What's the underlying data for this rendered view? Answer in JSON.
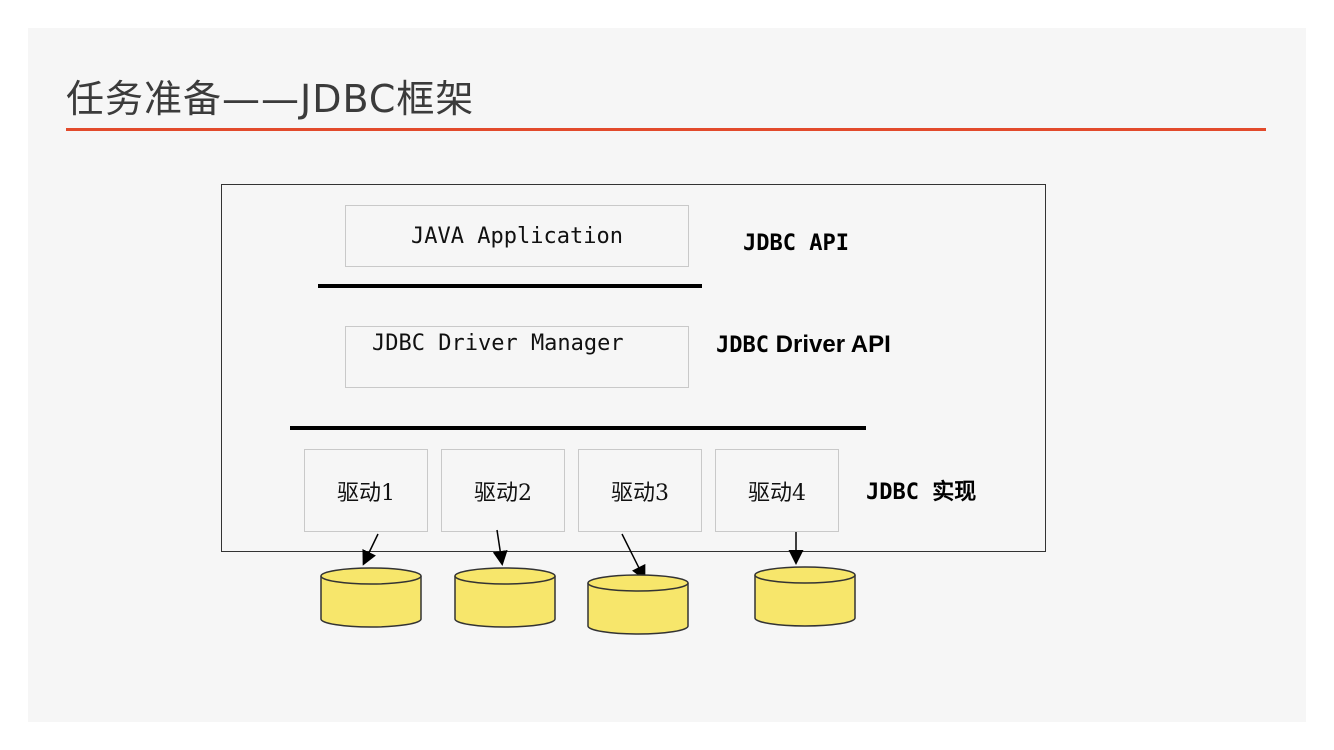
{
  "slide": {
    "title": "任务准备——JDBC框架"
  },
  "diagram": {
    "app_box": "JAVA Application",
    "manager_box": "JDBC Driver Manager",
    "drivers": [
      "驱动1",
      "驱动2",
      "驱动3",
      "驱动4"
    ],
    "labels": {
      "api": "JDBC API",
      "driver_api_prefix": "JDBC",
      "driver_api_suffix": "Driver API",
      "impl": "JDBC 实现"
    },
    "colors": {
      "title_rule": "#e24a2b",
      "database_fill": "#f7e66b",
      "database_stroke": "#333333"
    }
  }
}
